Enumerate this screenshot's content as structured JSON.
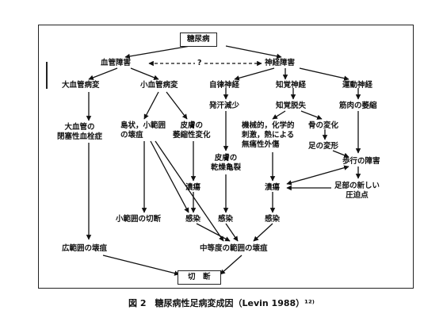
{
  "diagram": {
    "nodes": {
      "tonyobyo": "糖尿病",
      "kekkan_shogai": "血管障害",
      "question": "?",
      "shinkei_shogai": "神経障害",
      "daikekkan": "大血管病変",
      "shokekkan": "小血管病変",
      "jiritsu": "自律神経",
      "chikaku": "知覚神経",
      "undo": "運動神経",
      "hakkan": "発汗減少",
      "chikaku_dasshitsu": "知覚脱失",
      "kinniku": "筋肉の萎縮",
      "daikekkan_heisoku": "大血管の\n閉塞性血栓症",
      "shimajo": "島状，小範囲\nの壊疽",
      "hifu_ishuku": "皮膚の\n萎縮性変化",
      "hifu_kanso": "皮膚の\n乾燥亀裂",
      "shigeki": "機械的，化学的\n刺激，熱による\n無痛性外傷",
      "hone_henka": "骨の変化",
      "ashi_henkei": "足の変形",
      "hoko": "歩行の障害",
      "kaiyo1": "潰瘍",
      "kaiyo2": "潰瘍",
      "ashiura": "足部の新しい\n圧迫点",
      "shohani_setsudan": "小範囲の切断",
      "kansen1": "感染",
      "kansen2": "感染",
      "kansen3": "感染",
      "kohani_eso": "広範囲の壊疽",
      "chutodo_eso": "中等度の範囲の壊疽",
      "setsudan": "切　断"
    },
    "caption": "図 2　糖尿病性足病変成因（Levin 1988）¹²⁾"
  }
}
